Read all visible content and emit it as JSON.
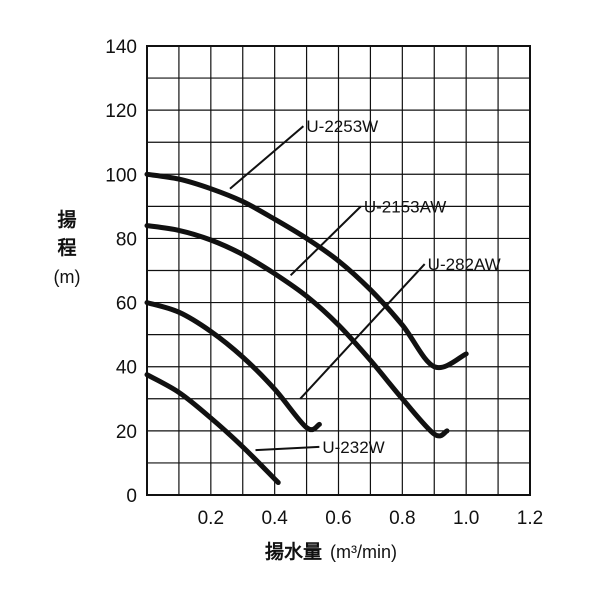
{
  "chart_data": {
    "type": "line",
    "title": "",
    "xlabel": "揚水量",
    "xunit": "(m³/min)",
    "ylabel_chars": [
      "揚",
      "程"
    ],
    "yunit": "(m)",
    "xlim": [
      0,
      1.2
    ],
    "ylim": [
      0,
      140
    ],
    "x_ticks": [
      0.2,
      0.4,
      0.6,
      0.8,
      1.0,
      1.2
    ],
    "x_tick_labels": [
      "0.2",
      "0.4",
      "0.6",
      "0.8",
      "1.0",
      "1.2"
    ],
    "y_ticks": [
      0,
      20,
      40,
      60,
      80,
      100,
      120,
      140
    ],
    "y_tick_labels": [
      "0",
      "20",
      "40",
      "60",
      "80",
      "100",
      "120",
      "140"
    ],
    "grid": true,
    "minor_grid_step_x": 0.1,
    "minor_grid_step_y": 10,
    "series": [
      {
        "name": "U-2253W",
        "x": [
          0,
          0.1,
          0.2,
          0.3,
          0.4,
          0.5,
          0.6,
          0.7,
          0.8,
          0.9,
          1.0
        ],
        "y": [
          100,
          98.5,
          95.5,
          91.5,
          86,
          80,
          73,
          64,
          53,
          40,
          44
        ],
        "label_at": [
          0.49,
          115
        ],
        "leader_to": [
          0.26,
          95.5
        ]
      },
      {
        "name": "U-2153AW",
        "x": [
          0,
          0.1,
          0.2,
          0.3,
          0.4,
          0.5,
          0.6,
          0.7,
          0.8,
          0.9,
          0.94
        ],
        "y": [
          84,
          82.5,
          79.5,
          75,
          69,
          62,
          53,
          42,
          30,
          19,
          20
        ],
        "label_at": [
          0.67,
          90
        ],
        "leader_to": [
          0.45,
          68.5
        ]
      },
      {
        "name": "U-282AW",
        "x": [
          0,
          0.1,
          0.2,
          0.3,
          0.4,
          0.5,
          0.54
        ],
        "y": [
          60,
          57,
          51,
          43,
          33,
          21,
          22
        ],
        "label_at": [
          0.87,
          72
        ],
        "leader_to": [
          0.48,
          30
        ]
      },
      {
        "name": "U-232W",
        "x": [
          0,
          0.1,
          0.2,
          0.3,
          0.4,
          0.41
        ],
        "y": [
          37.5,
          32,
          24,
          15,
          5,
          4
        ],
        "label_at": [
          0.54,
          15
        ],
        "leader_to": [
          0.34,
          14
        ]
      }
    ]
  }
}
